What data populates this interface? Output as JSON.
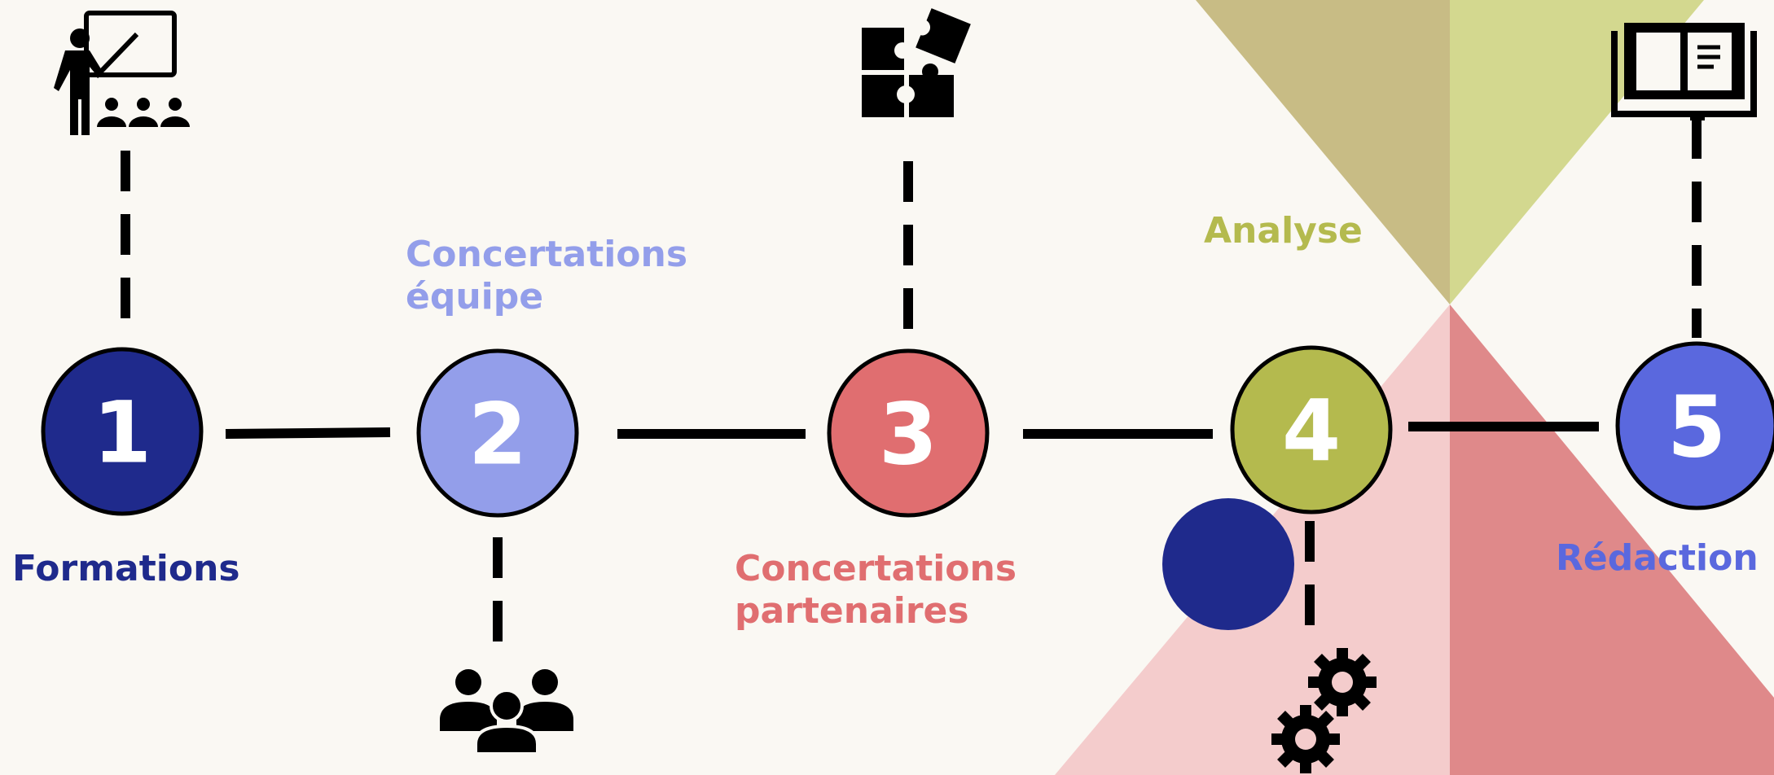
{
  "steps": [
    {
      "number": "1",
      "label_lines": [
        "Formations"
      ],
      "color": "#1f2a8c",
      "icon": "teacher-icon"
    },
    {
      "number": "2",
      "label_lines": [
        "Concertations",
        "équipe"
      ],
      "color": "#939eea",
      "icon": "team-icon"
    },
    {
      "number": "3",
      "label_lines": [
        "Concertations",
        "partenaires"
      ],
      "color": "#e06e70",
      "icon": "puzzle-icon"
    },
    {
      "number": "4",
      "label_lines": [
        "Analyse"
      ],
      "color": "#b4ba4e",
      "icon": "gears-icon"
    },
    {
      "number": "5",
      "label_lines": [
        "Rédaction"
      ],
      "color": "#5a68de",
      "icon": "book-icon"
    }
  ],
  "colors": {
    "background": "#faf8f3",
    "number_text": "#ffffff",
    "line": "#000000",
    "triangle_top_left": "#c8bc85",
    "triangle_top_right": "#d3d88f",
    "triangle_bottom_left": "#f4cccc",
    "triangle_bottom_right": "#df898a",
    "decor_circle": "#1f2a8c"
  }
}
